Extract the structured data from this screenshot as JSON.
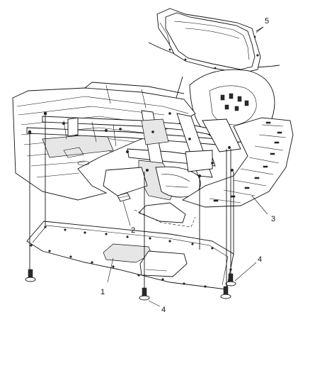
{
  "callouts": {
    "c1": "1",
    "c2": "2",
    "c3": "3",
    "c4a": "4",
    "c4b": "4",
    "c5": "5"
  }
}
